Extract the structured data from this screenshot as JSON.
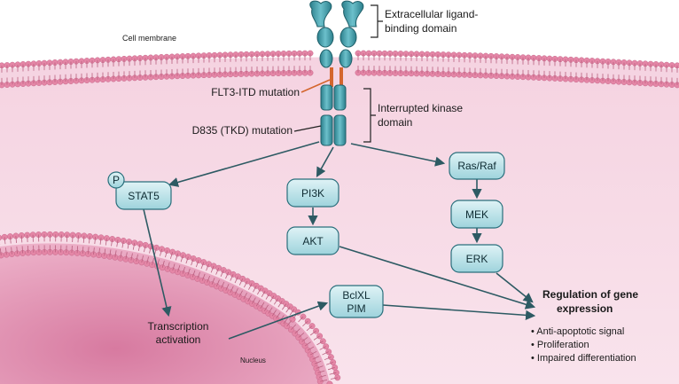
{
  "labels": {
    "cell_membrane": "Cell membrane",
    "ligand_domain_line1": "Extracellular ligand-",
    "ligand_domain_line2": "binding domain",
    "flt3_itd": "FLT3-ITD mutation",
    "kinase_line1": "Interrupted kinase",
    "kinase_line2": "domain",
    "d835": "D835 (TKD) mutation",
    "transcription_line1": "Transcription",
    "transcription_line2": "activation",
    "nucleus": "Nucleus",
    "regulation_line1": "Regulation of gene",
    "regulation_line2": "expression"
  },
  "nodes": {
    "phospho": "P",
    "stat5": "STAT5",
    "pi3k": "PI3K",
    "akt": "AKT",
    "rasraf": "Ras/Raf",
    "mek": "MEK",
    "erk": "ERK",
    "bclxl": "BclXL",
    "pim": "PIM"
  },
  "outcomes": [
    "• Anti-apoptotic signal",
    "• Proliferation",
    "• Impaired differentiation"
  ],
  "colors": {
    "cytoplasm": "#f2c6d8",
    "membrane_head": "#e486a6",
    "nucleus": "#e7a3c0",
    "node_fill": "#bfe4ea",
    "node_stroke": "#2a6f7c",
    "receptor": "#3a98a6",
    "arrow": "#2d5a63",
    "mutation": "#d4662e"
  }
}
